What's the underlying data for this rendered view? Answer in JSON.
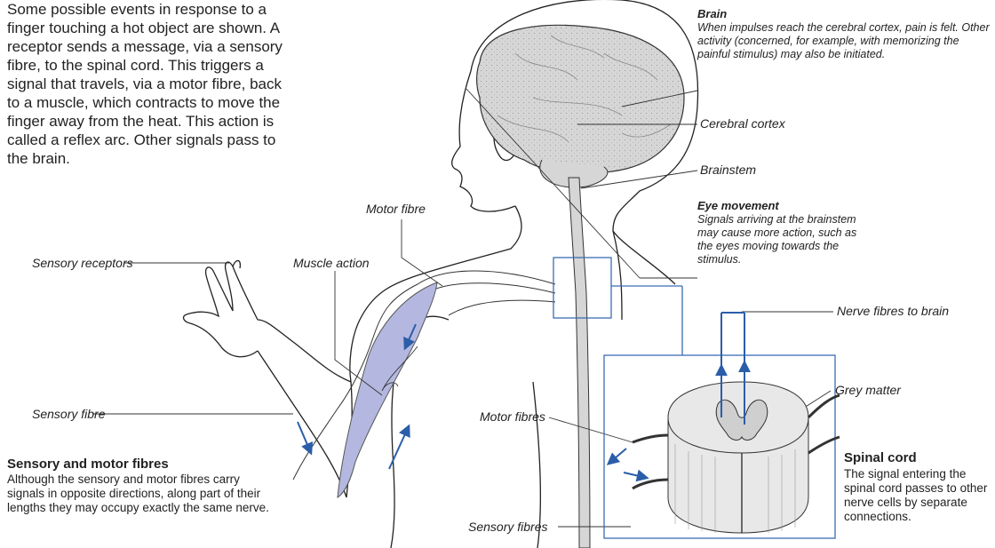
{
  "intro": "Some possible events in response to a finger touching a hot object are shown. A receptor sends a message, via a sensory fibre, to the spinal cord. This triggers a signal that travels, via a motor fibre, back to a muscle, which contracts to move the finger away from the heat. This action is called a reflex arc. Other signals pass to the brain.",
  "brain_note": {
    "title": "Brain",
    "body": "When impulses reach the cerebral cortex, pain is felt. Other activity (concerned, for example, with memorizing the painful stimulus) may also be initiated."
  },
  "eye_note": {
    "title": "Eye movement",
    "body": "Signals arriving at the brainstem may cause more action, such as the eyes moving towards the stimulus."
  },
  "labels": {
    "cerebral_cortex": "Cerebral cortex",
    "brainstem": "Brainstem",
    "motor_fibre": "Motor fibre",
    "muscle_action": "Muscle action",
    "sensory_receptors": "Sensory receptors",
    "sensory_fibre": "Sensory fibre",
    "motor_fibres": "Motor fibres",
    "sensory_fibres": "Sensory fibres",
    "nerve_fibres_to_brain": "Nerve fibres to brain",
    "grey_matter": "Grey matter"
  },
  "fibres_note": {
    "title": "Sensory and motor fibres",
    "body": "Although the sensory and motor fibres carry signals in opposite directions, along part of their lengths they may occupy exactly the same nerve."
  },
  "spinal_note": {
    "title": "Spinal cord",
    "body": "The signal entering the spinal cord passes to other nerve cells by separate connections."
  },
  "colors": {
    "arrow": "#2b5ea8",
    "muscle": "#b4b8e0",
    "brain": "#d6d6d6",
    "box": "#3b6db3"
  }
}
